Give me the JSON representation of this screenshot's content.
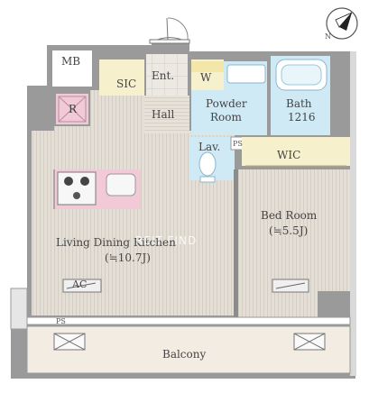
{
  "rooms": {
    "mb": "MB",
    "sic": "SIC",
    "entrance": "Ent.",
    "washer": "W",
    "hall": "Hall",
    "powder_room_line1": "Powder",
    "powder_room_line2": "Room",
    "bath_line1": "Bath",
    "bath_line2": "1216",
    "refrigerator": "R",
    "lavatory": "Lav.",
    "pipe_space": "PS",
    "walk_in_closet": "WIC",
    "bedroom_name": "Bed Room",
    "bedroom_size": "(≒5.5J)",
    "ldk_name": "Living Dining Kitchen",
    "ldk_size": "(≒10.7J)",
    "air_conditioner": "AC",
    "balcony": "Balcony",
    "ps_small": "PS"
  },
  "watermark": "REIT FIND",
  "compass": {
    "label": "N"
  },
  "colors": {
    "floor": "#e3ded6",
    "stripe": "#d6d0c7",
    "wall": "#8c8c8c",
    "wet_area": "#cfe9f5",
    "wet_fixture": "#a9d8ee",
    "storage": "#f6f0cd",
    "kitchen": "#f2c9d7",
    "balcony": "#f3ece3"
  }
}
